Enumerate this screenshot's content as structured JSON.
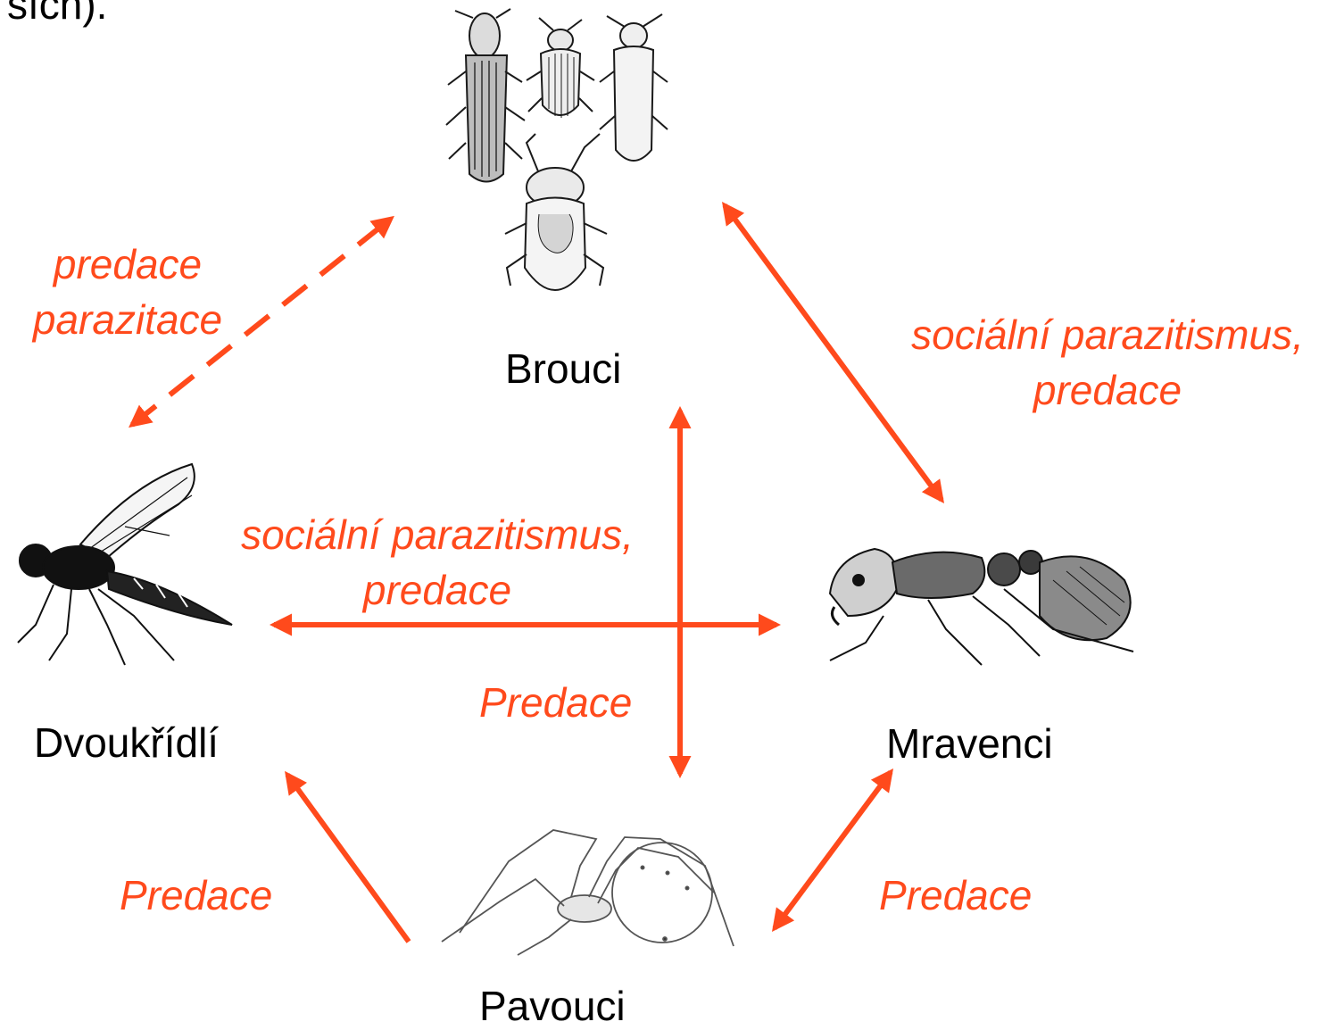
{
  "colors": {
    "relation": "#ff4a1c",
    "text": "#000000",
    "sketch": "#1a1a1a"
  },
  "top_fragment": "sích).",
  "nodes": {
    "brouci": "Brouci",
    "dvoukridli": "Dvoukřídlí",
    "mravenci": "Mravenci",
    "pavouci": "Pavouci"
  },
  "relations": {
    "fly_beetle": {
      "line1": "predace",
      "line2": "parazitace",
      "style": "dashed"
    },
    "beetle_ant": {
      "line1": "sociální parazitismus,",
      "line2": "predace"
    },
    "fly_ant": {
      "line1": "sociální parazitismus,",
      "line2": "predace"
    },
    "beetle_spider": {
      "text": "Predace"
    },
    "spider_fly": {
      "text": "Predace"
    },
    "spider_ant": {
      "text": "Predace"
    }
  },
  "icons": [
    "beetle-illustration",
    "fly-illustration",
    "ant-illustration",
    "spider-illustration"
  ]
}
